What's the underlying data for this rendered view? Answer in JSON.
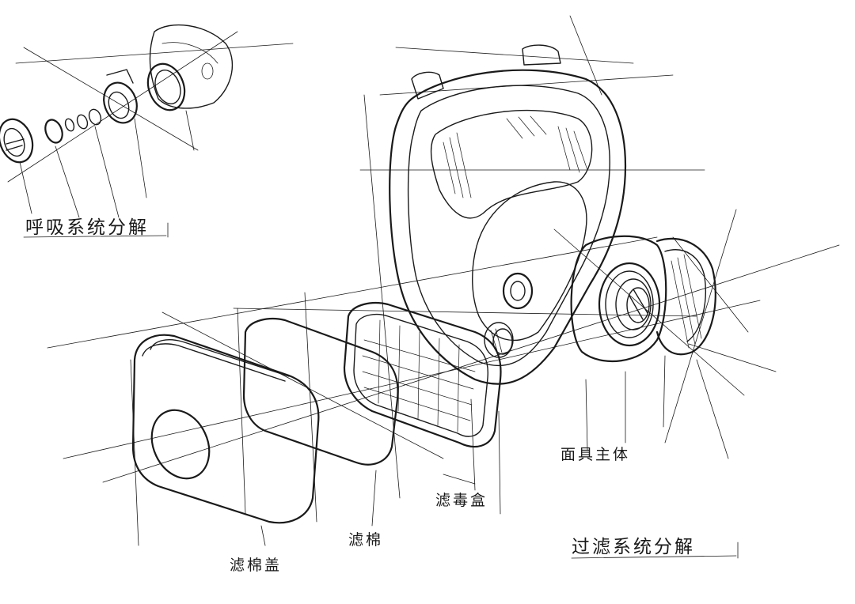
{
  "titles": {
    "breathing_system": "呼吸系统分解",
    "filter_system": "过滤系统分解"
  },
  "parts": {
    "mask_body": "面具主体",
    "filter_canister": "滤毒盒",
    "filter_cotton": "滤棉",
    "cotton_cover": "滤棉盖"
  }
}
